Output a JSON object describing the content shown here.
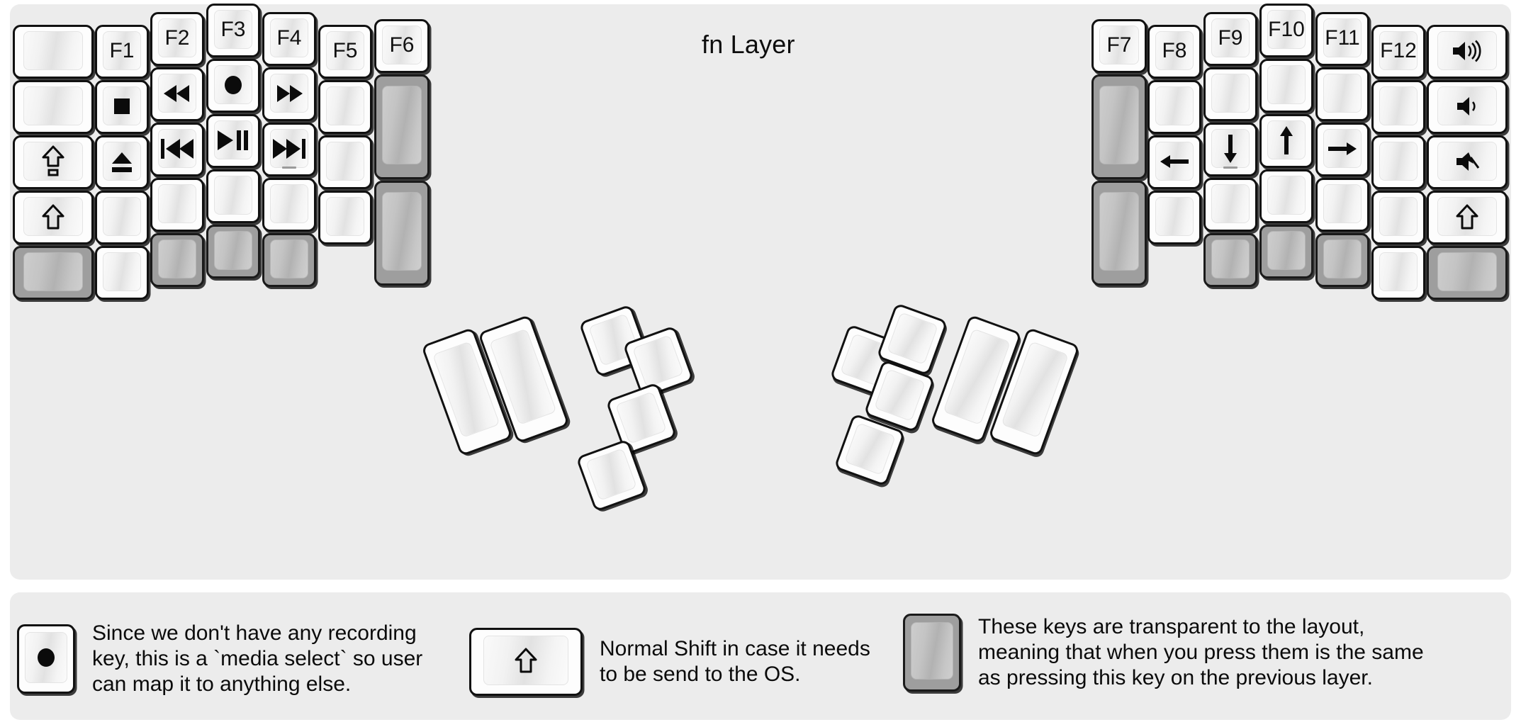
{
  "title": "fn Layer",
  "colors": {
    "background": "#ececec",
    "key_face": "#fdfdfd",
    "key_border": "#111111",
    "transparent_key": "#9e9e9e",
    "text": "#0b0b0b"
  },
  "left_half": {
    "columns": [
      {
        "name": "col-pinky-outer",
        "keys": [
          {
            "label": "",
            "icon": "",
            "state": "normal"
          },
          {
            "label": "",
            "icon": "",
            "state": "normal"
          },
          {
            "label": "",
            "icon": "caps-lock-icon",
            "state": "normal"
          },
          {
            "label": "",
            "icon": "shift-icon",
            "state": "normal"
          },
          {
            "label": "",
            "icon": "",
            "state": "transparent"
          }
        ]
      },
      {
        "name": "col-pinky",
        "keys": [
          {
            "label": "F1",
            "icon": "",
            "state": "normal"
          },
          {
            "label": "",
            "icon": "media-stop-icon",
            "state": "normal"
          },
          {
            "label": "",
            "icon": "media-eject-icon",
            "state": "normal"
          },
          {
            "label": "",
            "icon": "",
            "state": "normal"
          },
          {
            "label": "",
            "icon": "",
            "state": "normal"
          }
        ]
      },
      {
        "name": "col-ring",
        "keys": [
          {
            "label": "F2",
            "icon": "",
            "state": "normal"
          },
          {
            "label": "",
            "icon": "media-rewind-icon",
            "state": "normal"
          },
          {
            "label": "",
            "icon": "media-previous-track-icon",
            "state": "normal"
          },
          {
            "label": "",
            "icon": "",
            "state": "normal"
          },
          {
            "label": "",
            "icon": "",
            "state": "transparent"
          }
        ]
      },
      {
        "name": "col-middle",
        "keys": [
          {
            "label": "F3",
            "icon": "",
            "state": "normal"
          },
          {
            "label": "",
            "icon": "media-record-icon",
            "state": "normal"
          },
          {
            "label": "",
            "icon": "media-play-pause-icon",
            "state": "normal"
          },
          {
            "label": "",
            "icon": "",
            "state": "normal"
          },
          {
            "label": "",
            "icon": "",
            "state": "transparent"
          }
        ]
      },
      {
        "name": "col-index",
        "keys": [
          {
            "label": "F4",
            "icon": "",
            "state": "normal"
          },
          {
            "label": "",
            "icon": "media-fast-forward-icon",
            "state": "normal"
          },
          {
            "label": "",
            "icon": "media-next-track-icon",
            "state": "normal",
            "underline": true
          },
          {
            "label": "",
            "icon": "",
            "state": "normal"
          },
          {
            "label": "",
            "icon": "",
            "state": "transparent"
          }
        ]
      },
      {
        "name": "col-inner-1",
        "keys": [
          {
            "label": "F5",
            "icon": "",
            "state": "normal"
          },
          {
            "label": "",
            "icon": "",
            "state": "normal"
          },
          {
            "label": "",
            "icon": "",
            "state": "normal"
          },
          {
            "label": "",
            "icon": "",
            "state": "normal"
          }
        ]
      },
      {
        "name": "col-inner-2",
        "keys": [
          {
            "label": "F6",
            "icon": "",
            "state": "normal"
          },
          {
            "label": "",
            "icon": "",
            "state": "transparent"
          },
          {
            "label": "",
            "icon": "",
            "state": "transparent"
          }
        ]
      }
    ],
    "thumb_cluster": [
      {
        "name": "thumb-big-outer",
        "label": "",
        "icon": "",
        "state": "normal"
      },
      {
        "name": "thumb-big-inner",
        "label": "",
        "icon": "",
        "state": "normal"
      },
      {
        "name": "thumb-small-top",
        "label": "",
        "icon": "",
        "state": "normal"
      },
      {
        "name": "thumb-small-upper",
        "label": "",
        "icon": "",
        "state": "normal"
      },
      {
        "name": "thumb-small-mid",
        "label": "",
        "icon": "",
        "state": "normal"
      },
      {
        "name": "thumb-small-bottom",
        "label": "",
        "icon": "",
        "state": "normal"
      }
    ]
  },
  "right_half": {
    "columns": [
      {
        "name": "col-inner-2",
        "keys": [
          {
            "label": "F7",
            "icon": "",
            "state": "normal"
          },
          {
            "label": "",
            "icon": "",
            "state": "transparent"
          },
          {
            "label": "",
            "icon": "",
            "state": "transparent"
          }
        ]
      },
      {
        "name": "col-inner-1",
        "keys": [
          {
            "label": "F8",
            "icon": "",
            "state": "normal"
          },
          {
            "label": "",
            "icon": "",
            "state": "normal"
          },
          {
            "label": "",
            "icon": "arrow-left-icon",
            "state": "normal"
          },
          {
            "label": "",
            "icon": "",
            "state": "normal"
          }
        ]
      },
      {
        "name": "col-index",
        "keys": [
          {
            "label": "F9",
            "icon": "",
            "state": "normal"
          },
          {
            "label": "",
            "icon": "",
            "state": "normal"
          },
          {
            "label": "",
            "icon": "arrow-down-icon",
            "state": "normal",
            "underline": true
          },
          {
            "label": "",
            "icon": "",
            "state": "normal"
          },
          {
            "label": "",
            "icon": "",
            "state": "transparent"
          }
        ]
      },
      {
        "name": "col-middle",
        "keys": [
          {
            "label": "F10",
            "icon": "",
            "state": "normal"
          },
          {
            "label": "",
            "icon": "",
            "state": "normal"
          },
          {
            "label": "",
            "icon": "arrow-up-icon",
            "state": "normal"
          },
          {
            "label": "",
            "icon": "",
            "state": "normal"
          },
          {
            "label": "",
            "icon": "",
            "state": "transparent"
          }
        ]
      },
      {
        "name": "col-ring",
        "keys": [
          {
            "label": "F11",
            "icon": "",
            "state": "normal"
          },
          {
            "label": "",
            "icon": "",
            "state": "normal"
          },
          {
            "label": "",
            "icon": "arrow-right-icon",
            "state": "normal"
          },
          {
            "label": "",
            "icon": "",
            "state": "normal"
          },
          {
            "label": "",
            "icon": "",
            "state": "transparent"
          }
        ]
      },
      {
        "name": "col-pinky",
        "keys": [
          {
            "label": "F12",
            "icon": "",
            "state": "normal"
          },
          {
            "label": "",
            "icon": "",
            "state": "normal"
          },
          {
            "label": "",
            "icon": "",
            "state": "normal"
          },
          {
            "label": "",
            "icon": "",
            "state": "normal"
          },
          {
            "label": "",
            "icon": "",
            "state": "normal"
          }
        ]
      },
      {
        "name": "col-pinky-outer",
        "keys": [
          {
            "label": "",
            "icon": "volume-up-icon",
            "state": "normal"
          },
          {
            "label": "",
            "icon": "volume-down-icon",
            "state": "normal"
          },
          {
            "label": "",
            "icon": "volume-mute-icon",
            "state": "normal"
          },
          {
            "label": "",
            "icon": "shift-icon",
            "state": "normal"
          },
          {
            "label": "",
            "icon": "",
            "state": "transparent"
          }
        ]
      }
    ],
    "thumb_cluster": [
      {
        "name": "thumb-small-top",
        "label": "",
        "icon": "",
        "state": "normal"
      },
      {
        "name": "thumb-small-upper",
        "label": "",
        "icon": "",
        "state": "normal"
      },
      {
        "name": "thumb-small-mid",
        "label": "",
        "icon": "",
        "state": "normal"
      },
      {
        "name": "thumb-small-bottom",
        "label": "",
        "icon": "",
        "state": "normal"
      },
      {
        "name": "thumb-big-inner",
        "label": "",
        "icon": "",
        "state": "normal"
      },
      {
        "name": "thumb-big-outer",
        "label": "",
        "icon": "",
        "state": "normal"
      }
    ]
  },
  "legend": [
    {
      "key_icon": "media-record-icon",
      "key_state": "normal",
      "text": "Since we don't have any recording\nkey, this is a `media select` so user\ncan map it to anything else."
    },
    {
      "key_icon": "shift-icon",
      "key_state": "normal",
      "text": "Normal Shift in case it needs\nto be send to the OS."
    },
    {
      "key_icon": "",
      "key_state": "transparent",
      "text": "These keys are transparent to the layout,\nmeaning that when you press them is the same\nas pressing this key on the previous layer."
    }
  ]
}
